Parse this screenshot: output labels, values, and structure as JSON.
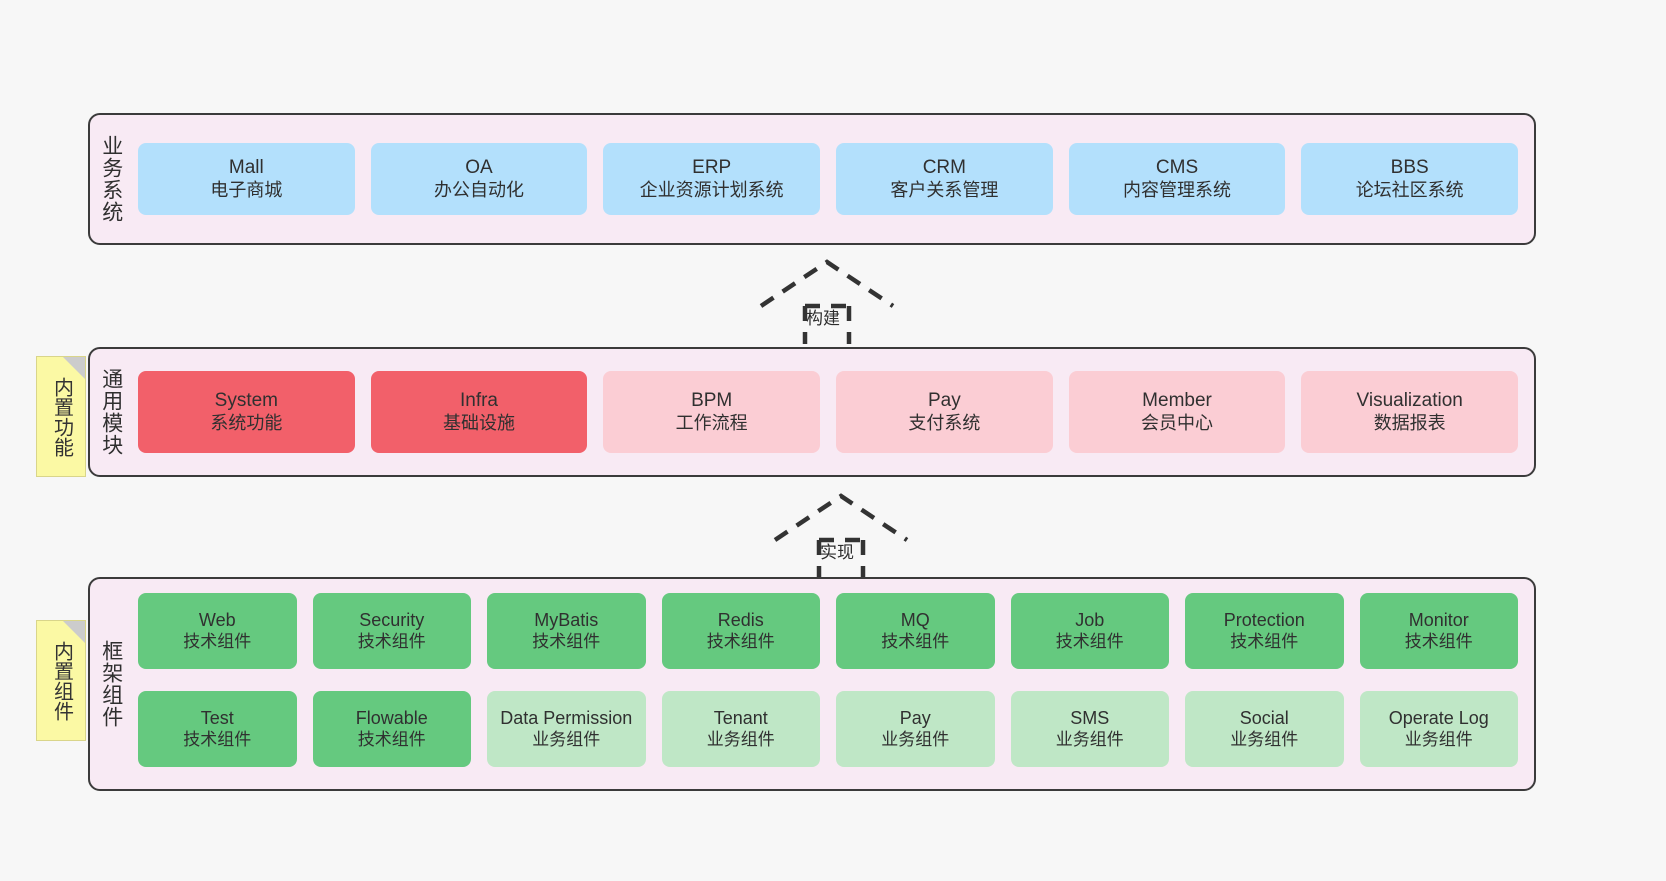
{
  "canvas": {
    "background": "#f7f7f7"
  },
  "palette": {
    "panel_bg": "#f8eaf4",
    "panel_border": "#3b3b3b",
    "business_card": "#b3e0fc",
    "module_core": "#f2606a",
    "module_optional": "#fbcdd4",
    "framework_tech": "#65c97f",
    "framework_business": "#bfe7c6",
    "note_bg": "#fbf9a4",
    "note_fold": "#cccccc",
    "arrow_stroke": "#333333"
  },
  "layers": {
    "business": {
      "label": "业务系统",
      "cards": [
        {
          "en": "Mall",
          "cn": "电子商城"
        },
        {
          "en": "OA",
          "cn": "办公自动化"
        },
        {
          "en": "ERP",
          "cn": "企业资源计划系统"
        },
        {
          "en": "CRM",
          "cn": "客户关系管理"
        },
        {
          "en": "CMS",
          "cn": "内容管理系统"
        },
        {
          "en": "BBS",
          "cn": "论坛社区系统"
        }
      ]
    },
    "modules": {
      "label": "通用模块",
      "note": "内置功能",
      "cards": [
        {
          "en": "System",
          "cn": "系统功能",
          "kind": "core"
        },
        {
          "en": "Infra",
          "cn": "基础设施",
          "kind": "core"
        },
        {
          "en": "BPM",
          "cn": "工作流程",
          "kind": "optional"
        },
        {
          "en": "Pay",
          "cn": "支付系统",
          "kind": "optional"
        },
        {
          "en": "Member",
          "cn": "会员中心",
          "kind": "optional"
        },
        {
          "en": "Visualization",
          "cn": "数据报表",
          "kind": "optional"
        }
      ]
    },
    "framework": {
      "label": "框架组件",
      "note": "内置组件",
      "row_top": [
        {
          "en": "Web",
          "cn": "技术组件"
        },
        {
          "en": "Security",
          "cn": "技术组件"
        },
        {
          "en": "MyBatis",
          "cn": "技术组件"
        },
        {
          "en": "Redis",
          "cn": "技术组件"
        },
        {
          "en": "MQ",
          "cn": "技术组件"
        },
        {
          "en": "Job",
          "cn": "技术组件"
        },
        {
          "en": "Protection",
          "cn": "技术组件"
        },
        {
          "en": "Monitor",
          "cn": "技术组件"
        }
      ],
      "row_bottom": [
        {
          "en": "Test",
          "cn": "技术组件",
          "kind": "tech"
        },
        {
          "en": "Flowable",
          "cn": "技术组件",
          "kind": "tech"
        },
        {
          "en": "Data Permission",
          "cn": "业务组件",
          "kind": "business"
        },
        {
          "en": "Tenant",
          "cn": "业务组件",
          "kind": "business"
        },
        {
          "en": "Pay",
          "cn": "业务组件",
          "kind": "business"
        },
        {
          "en": "SMS",
          "cn": "业务组件",
          "kind": "business"
        },
        {
          "en": "Social",
          "cn": "业务组件",
          "kind": "business"
        },
        {
          "en": "Operate Log",
          "cn": "业务组件",
          "kind": "business"
        }
      ]
    }
  },
  "arrows": [
    {
      "id": "build",
      "label": "构建"
    },
    {
      "id": "implement",
      "label": "实现"
    }
  ]
}
